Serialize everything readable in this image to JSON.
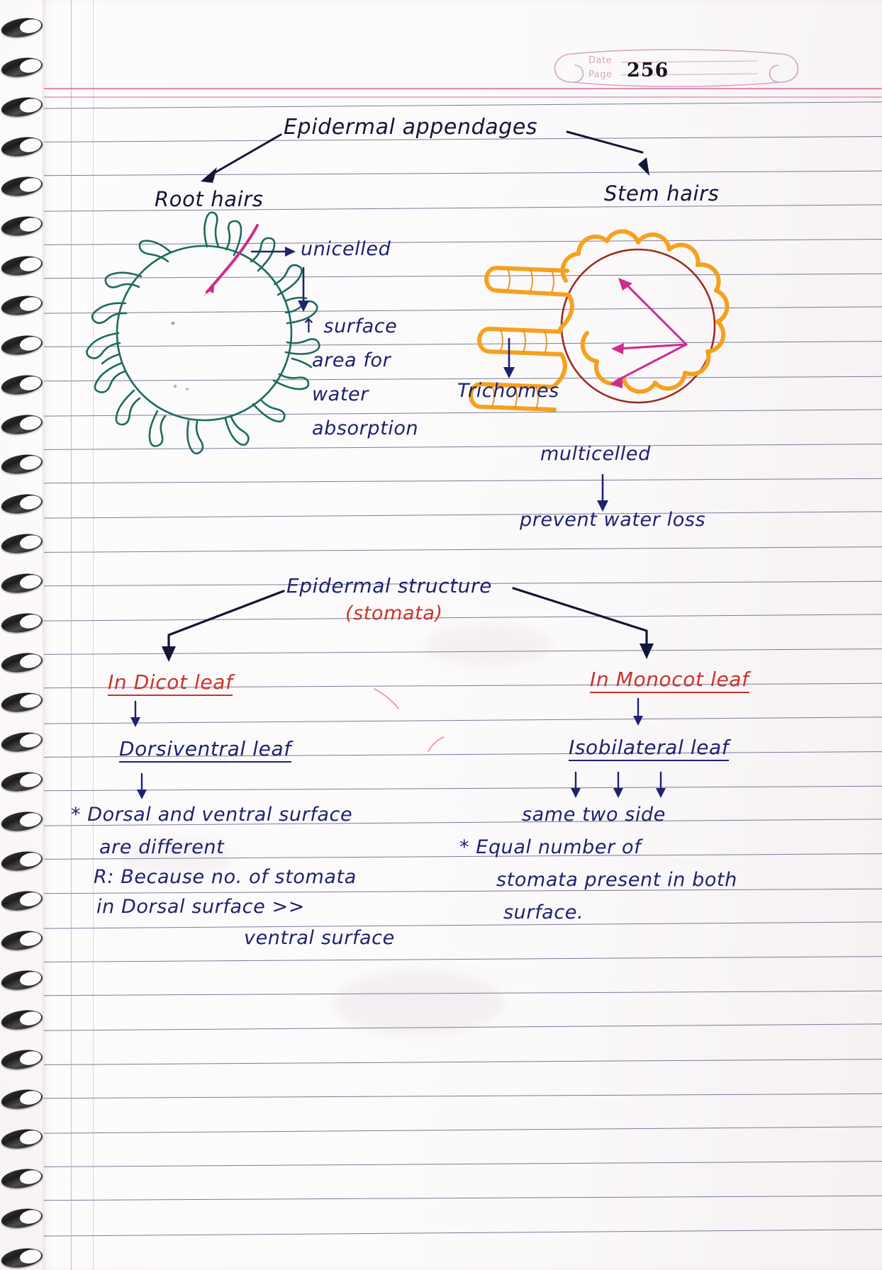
{
  "page": {
    "date_label": "Date",
    "page_label": "Page",
    "page_number": "256"
  },
  "colors": {
    "ink_blue": "#1e2270",
    "ink_navy": "#121638",
    "ink_red": "#c9342b",
    "ink_orange": "#d8612a",
    "ink_magenta": "#c02b8f",
    "root_hair_teal": "#1d6b5c",
    "trichome_orange": "#f5a11e",
    "stem_cell_maroon": "#9e2b20",
    "rule_line": "#2b2f5e",
    "margin_pink": "#e58fb4"
  },
  "section_one": {
    "title": "Epidermal appendages",
    "left_branch": {
      "heading": "Root hairs",
      "diagram_label": "root-hair-cell-diagram",
      "callout": "unicelled",
      "function_lines": [
        "↑ surface",
        "area for",
        "water",
        "absorption"
      ]
    },
    "right_branch": {
      "heading": "Stem hairs",
      "diagram_label": "stem-hair-trichome-diagram",
      "callout": "Trichomes",
      "note": "multicelled",
      "function": "prevent water loss"
    }
  },
  "section_two": {
    "title": "Epidermal structure",
    "subtitle": "(stomata)",
    "left_branch": {
      "heading": "In Dicot leaf",
      "subheading": "Dorsiventral leaf",
      "points": [
        "* Dorsal and ventral surface",
        "are different",
        "R: Because no. of stomata",
        "in Dorsal surface >>",
        "ventral surface"
      ]
    },
    "right_branch": {
      "heading": "In Monocot leaf",
      "subheading": "Isobilateral leaf",
      "points": [
        "same   two   side",
        "* Equal number of",
        "stomata  present in both",
        "surface."
      ]
    }
  }
}
